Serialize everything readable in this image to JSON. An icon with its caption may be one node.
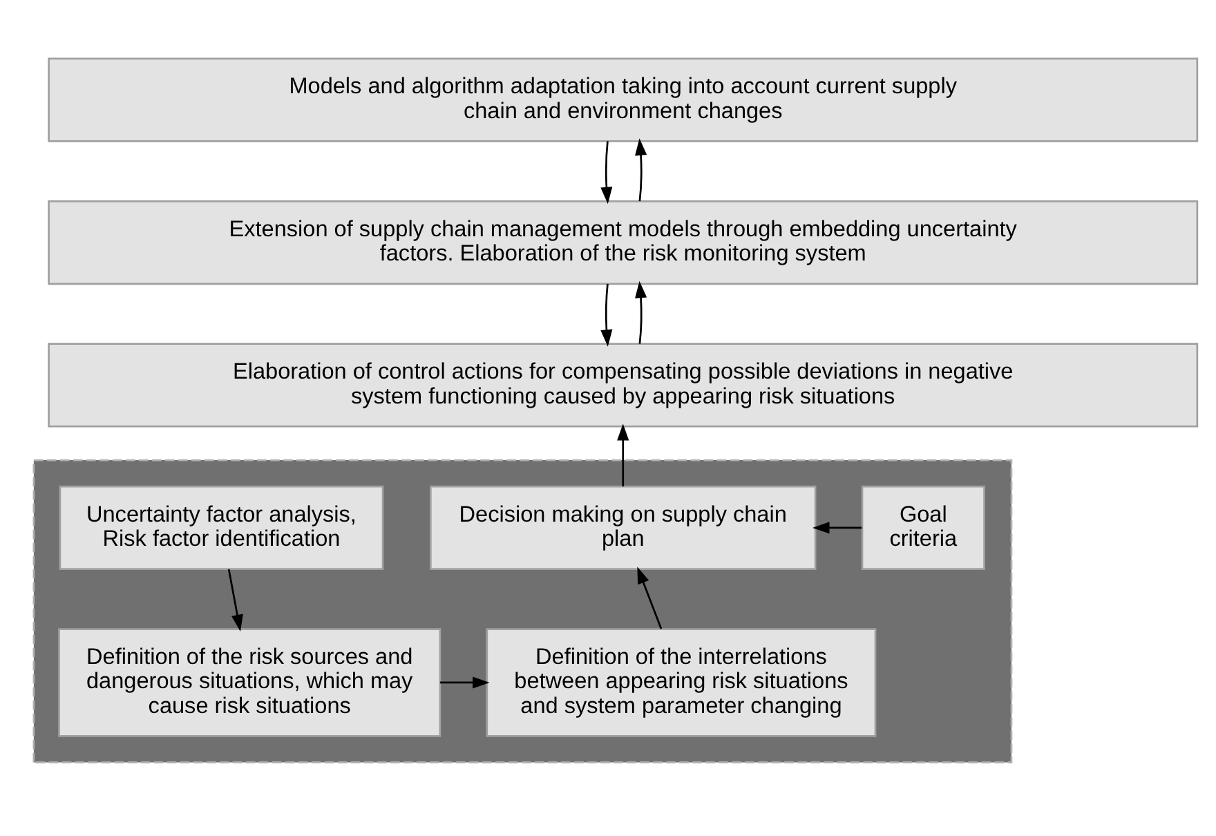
{
  "diagram": {
    "nodes": [
      {
        "text": [
          "Models and algorithm adaptation taking into account current supply chain and environment changes"
        ]
      },
      {
        "text": [
          "Extension of supply chain management models through embedding uncertainty factors. Elaboration of the risk monitoring system"
        ]
      },
      {
        "text": [
          "Elaboration of control actions for compensating possible deviations in negative system functioning caused by appearing risk situations"
        ]
      },
      {
        "text": [],
        "shape": "box"
      },
      {
        "text": [
          "Uncertainty factor analysis, Risk factor identification"
        ],
        "in": 3
      },
      {
        "text": [
          "Decision making on supply chain plan"
        ],
        "in": 3
      },
      {
        "text": [
          "Goal criteria"
        ],
        "in": 3
      },
      {
        "text": [
          "Definition of the risk sources and dangerous situations, which may cause risk situations"
        ],
        "in": 3
      },
      {
        "text": [
          "Definition of the interrelations between appearing risk situations and system parameter changing"
        ],
        "in": 3
      }
    ],
    "edges": [
      {
        "from": 0,
        "to": 1,
        "arrow": "to"
      },
      {
        "from": 1,
        "to": 0,
        "arrow": "to"
      },
      {
        "from": 1,
        "to": 2,
        "arrow": "to"
      },
      {
        "from": 2,
        "to": 1,
        "arrow": "to"
      },
      {
        "from": 5,
        "to": 2,
        "arrow": "to"
      },
      {
        "from": 4,
        "to": 7,
        "arrow": "to"
      },
      {
        "from": 7,
        "to": 8,
        "arrow": "to"
      },
      {
        "from": 8,
        "to": 5,
        "arrow": "to"
      },
      {
        "from": 6,
        "to": 5,
        "arrow": "to"
      }
    ]
  }
}
